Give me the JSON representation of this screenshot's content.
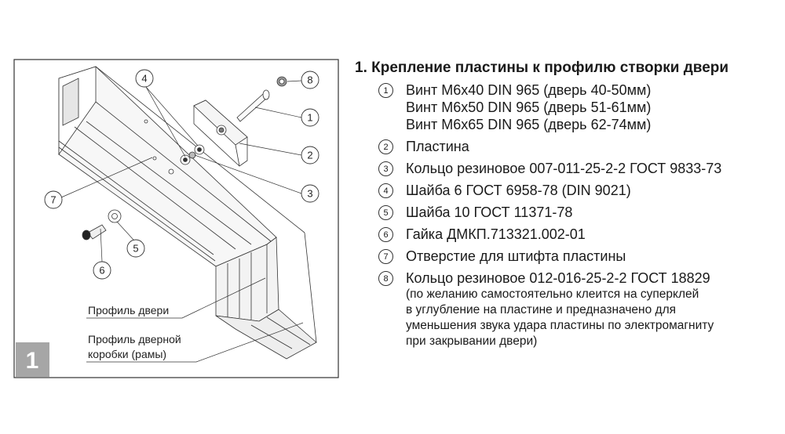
{
  "figure": {
    "badge": "1",
    "callouts": [
      "1",
      "2",
      "3",
      "4",
      "5",
      "6",
      "7",
      "8"
    ],
    "labels": {
      "door_profile": "Профиль двери",
      "frame_profile_line1": "Профиль дверной",
      "frame_profile_line2": "коробки (рамы)"
    }
  },
  "legend": {
    "title": "1. Крепление пластины к профилю створки двери",
    "items": [
      {
        "num": "1",
        "lines": [
          "Винт М6х40 DIN 965 (дверь 40-50мм)",
          "Винт М6х50 DIN 965 (дверь 51-61мм)",
          "Винт М6х65 DIN 965 (дверь 62-74мм)"
        ]
      },
      {
        "num": "2",
        "lines": [
          "Пластина"
        ]
      },
      {
        "num": "3",
        "lines": [
          "Кольцо резиновое 007-011-25-2-2 ГОСТ 9833-73"
        ]
      },
      {
        "num": "4",
        "lines": [
          "Шайба 6 ГОСТ 6958-78 (DIN 9021)"
        ]
      },
      {
        "num": "5",
        "lines": [
          "Шайба 10 ГОСТ 11371-78"
        ]
      },
      {
        "num": "6",
        "lines": [
          "Гайка ДМКП.713321.002-01"
        ]
      },
      {
        "num": "7",
        "lines": [
          "Отверстие для штифта пластины"
        ]
      },
      {
        "num": "8",
        "lines": [
          "Кольцо резиновое 012-016-25-2-2 ГОСТ 18829"
        ],
        "note": [
          "(по желанию самостоятельно клеится на суперклей",
          "в углубление на пластине и предназначено для",
          "уменьшения звука удара пластины по электромагниту",
          "при закрывании двери)"
        ]
      }
    ]
  }
}
